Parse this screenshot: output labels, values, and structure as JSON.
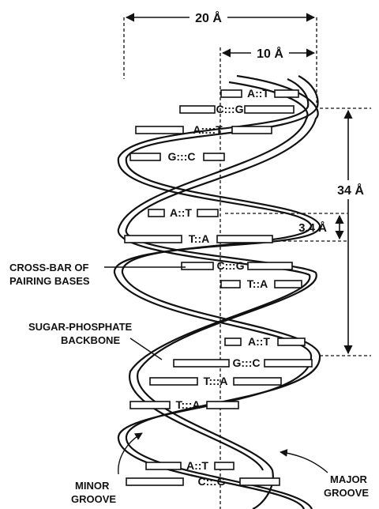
{
  "dimensions": {
    "helix_width": "20 Å",
    "radius": "10 Å",
    "pitch": "34 Å",
    "base_spacing": "3.4 Å"
  },
  "base_pairs": [
    "A::T",
    "C:::G",
    "A::::T",
    "G:::C",
    "A::T",
    "T::A",
    "C:::G",
    "T::A",
    "A::T",
    "G:::C",
    "T:::A",
    "T:::A",
    "A::T",
    "C:::G"
  ],
  "labels": {
    "cross_bar_line1": "CROSS-BAR OF",
    "cross_bar_line2": "PAIRING BASES",
    "backbone_line1": "SUGAR-PHOSPHATE",
    "backbone_line2": "BACKBONE",
    "minor_groove_line1": "MINOR",
    "minor_groove_line2": "GROOVE",
    "major_groove_line1": "MAJOR",
    "major_groove_line2": "GROOVE"
  }
}
